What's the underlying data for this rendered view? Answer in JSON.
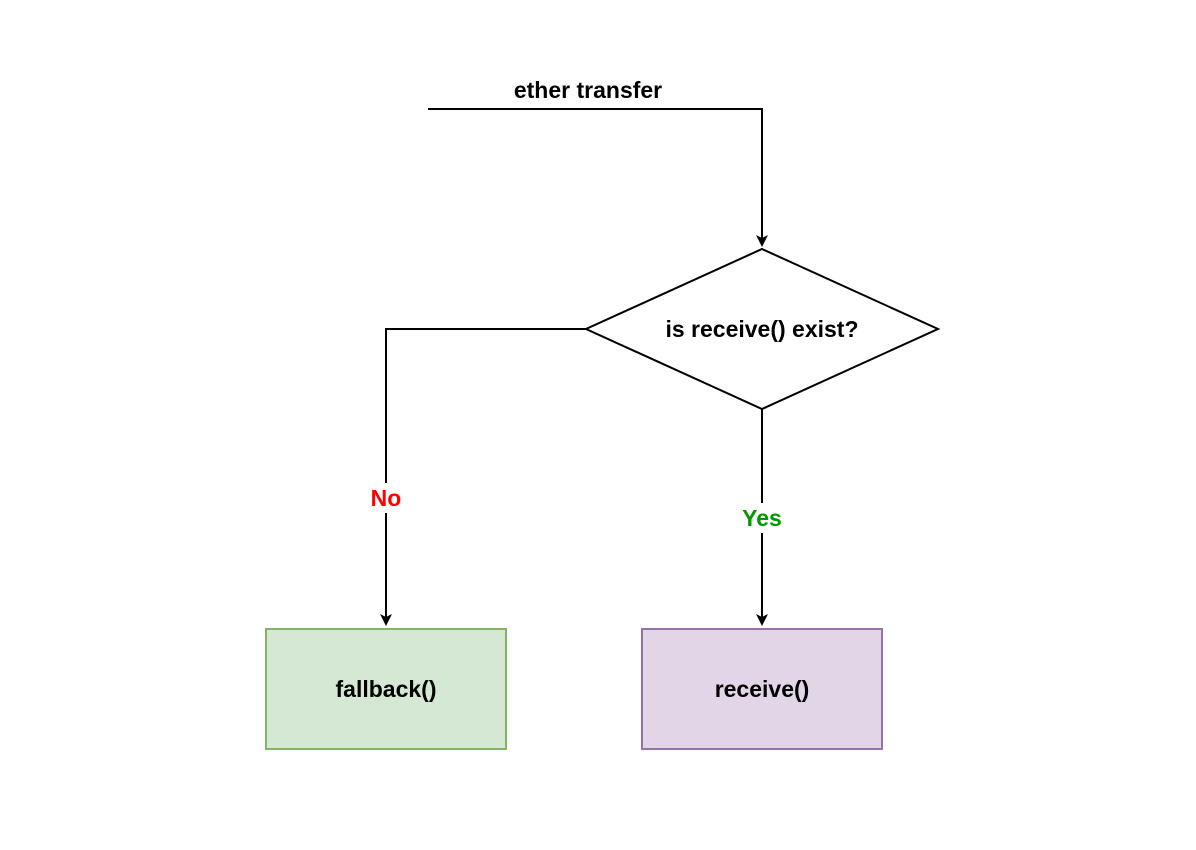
{
  "diagram": {
    "start_label": "ether transfer",
    "decision": {
      "text": "is receive() exist?"
    },
    "branches": {
      "no": {
        "label": "No",
        "color": "#ff0000"
      },
      "yes": {
        "label": "Yes",
        "color": "#009900"
      }
    },
    "nodes": {
      "fallback": {
        "text": "fallback()",
        "fill": "#d5e8d4",
        "stroke": "#82b366"
      },
      "receive": {
        "text": "receive()",
        "fill": "#e1d5e7",
        "stroke": "#9673a6"
      }
    },
    "line_color": "#000000"
  }
}
